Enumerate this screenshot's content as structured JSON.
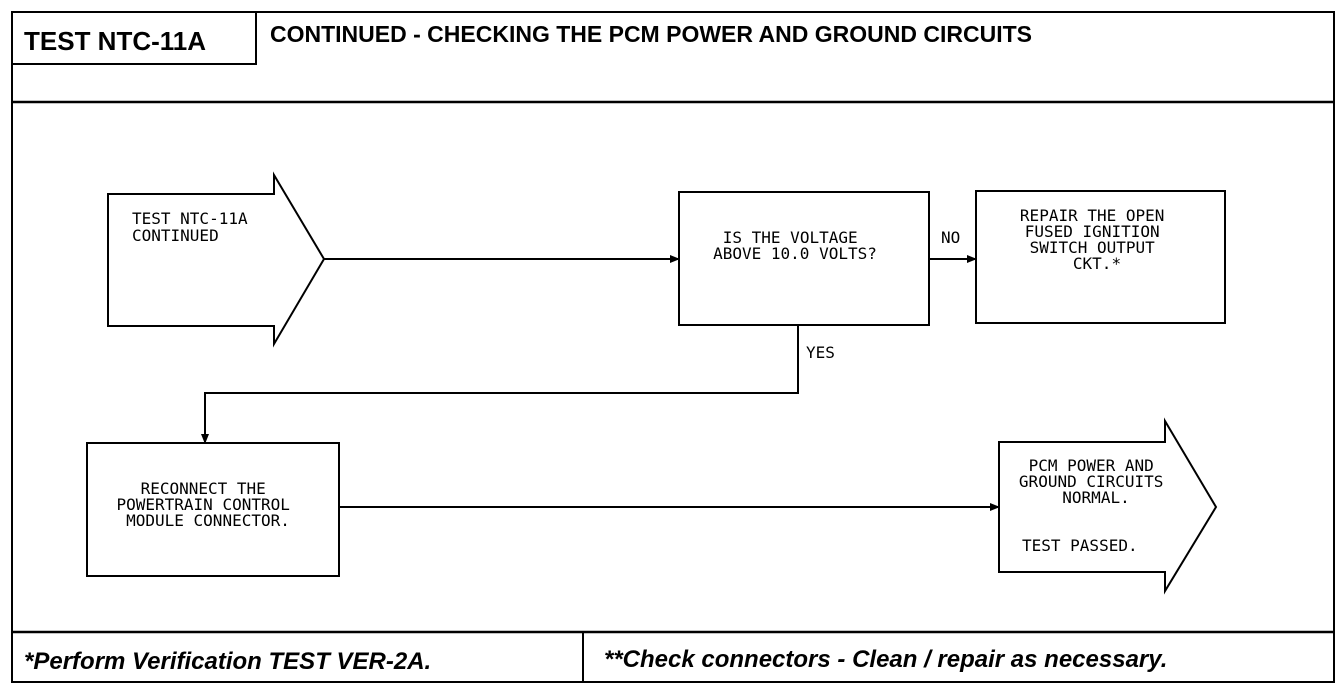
{
  "header": {
    "test_id": "TEST NTC-11A",
    "title": "CONTINUED - CHECKING THE PCM POWER AND GROUND CIRCUITS"
  },
  "nodes": {
    "start": {
      "lines": [
        "TEST NTC-11A",
        "CONTINUED"
      ]
    },
    "decision": {
      "lines": [
        "IS THE VOLTAGE",
        "ABOVE 10.0 VOLTS?"
      ]
    },
    "repair": {
      "lines": [
        "REPAIR THE OPEN",
        "FUSED IGNITION",
        "SWITCH OUTPUT",
        "CKT.*"
      ]
    },
    "reconnect": {
      "lines": [
        "RECONNECT THE",
        "POWERTRAIN CONTROL",
        "MODULE CONNECTOR."
      ]
    },
    "result": {
      "lines": [
        "PCM POWER AND",
        "GROUND CIRCUITS",
        "NORMAL."
      ],
      "passed": "TEST PASSED."
    }
  },
  "edges": {
    "no_label": "NO",
    "yes_label": "YES"
  },
  "footer": {
    "left": "*Perform Verification TEST VER-2A.",
    "right": "**Check connectors - Clean / repair as necessary."
  }
}
